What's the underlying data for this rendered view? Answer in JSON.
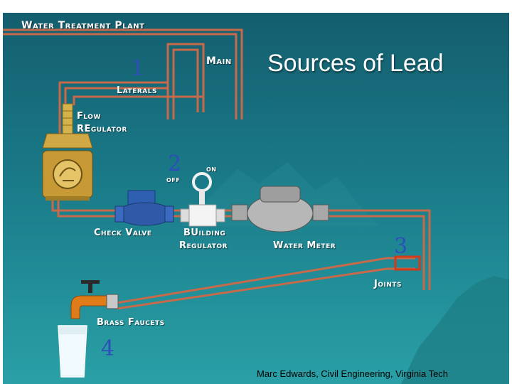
{
  "slide": {
    "title": "Sources of Lead",
    "credit": "Marc Edwards, Civil Engineering, Virginia Tech"
  },
  "labels": {
    "water_treatment_plant": "Water Treatment Plant",
    "main": "Main",
    "laterals": "Laterals",
    "flow_regulator_1": "Flow",
    "flow_regulator_2": "REgulator",
    "off": "off",
    "on": "on",
    "check_valve": "Check Valve",
    "building_regulator_1": "BUilding",
    "building_regulator_2": "Regulator",
    "water_meter": "Water Meter",
    "joints": "Joints",
    "brass_faucets": "Brass Faucets"
  },
  "numbers": {
    "n1": "1",
    "n2": "2",
    "n3": "3",
    "n4": "4"
  },
  "colors": {
    "background_top": "#145e6e",
    "background_bottom": "#2aa0a6",
    "pipe": "#c86a4a",
    "number": "#2c4fb8",
    "brass": "#c9a640"
  }
}
